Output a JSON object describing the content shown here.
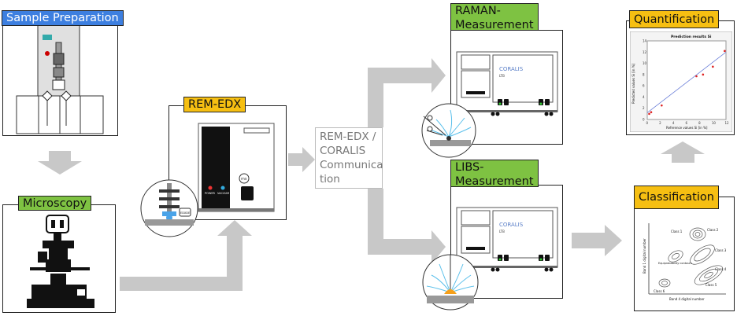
{
  "colors": {
    "arrow": "#c8c8c8",
    "blue": "#3d7fe0",
    "yellow": "#f6bf12",
    "green": "#7ec242",
    "coralis": "#5a7fc8"
  },
  "steps": {
    "sample_preparation": {
      "label": "Sample Preparation"
    },
    "microscopy": {
      "label": "Microscopy"
    },
    "rem_edx": {
      "label": "REM-EDX"
    },
    "communication": {
      "label": "REM-EDX /\nCORALIS\nCommunica\ntion"
    },
    "raman": {
      "label": "RAMAN-\nMeasurement"
    },
    "libs": {
      "label": "LIBS-\nMeasurement"
    },
    "quantification": {
      "label": "Quantification"
    },
    "classification": {
      "label": "Classification"
    }
  },
  "device": {
    "brand": "CORALIS",
    "model": "LTB"
  },
  "rem_device": {
    "power_label": "POWER",
    "vacuum_label": "VACUUM",
    "logo": "ms"
  },
  "detector_label": "EDXDE",
  "quant_chart": {
    "title": "Prediction results Si",
    "xlabel": "Reference values Si [in %]",
    "ylabel": "Predicted values Si [in %]",
    "x_ticks": [
      "0",
      "2",
      "4",
      "6",
      "8",
      "10",
      "12"
    ],
    "y_ticks": [
      "0",
      "2",
      "4",
      "6",
      "8",
      "10",
      "12",
      "14"
    ]
  },
  "chart_data": {
    "type": "scatter",
    "title": "Prediction results Si",
    "xlabel": "Reference values Si [in %]",
    "ylabel": "Predicted values Si [in %]",
    "xlim": [
      0,
      12
    ],
    "ylim": [
      0,
      14
    ],
    "x": [
      0.3,
      0.6,
      2.2,
      7.5,
      8.5,
      10,
      11.8
    ],
    "y": [
      1.0,
      1.3,
      2.5,
      7.7,
      8.0,
      9.4,
      12.2
    ],
    "fit_line": {
      "x": [
        0,
        12
      ],
      "y": [
        1.2,
        12
      ]
    }
  },
  "class_chart": {
    "classes": [
      "Class 1",
      "Class 2",
      "Class 3",
      "Class 4",
      "Class 5",
      "Class 6"
    ],
    "contour_label": "Equiprobability\ncontours",
    "xlabel": "Band 4 digital number",
    "ylabel": "Band 1 digital number"
  }
}
